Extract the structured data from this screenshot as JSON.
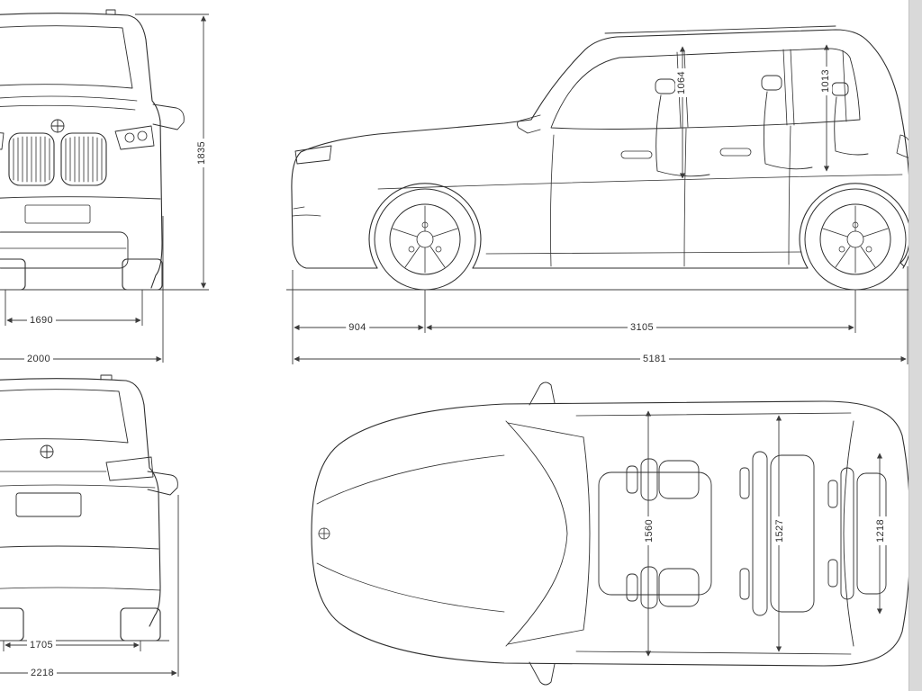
{
  "diagram": {
    "type": "vehicle-dimensions-blueprint",
    "brand_icon": "bmw-roundel-icon",
    "colors": {
      "line": "#2e2e2e",
      "dimension": "#3c3c3c",
      "background": "#ffffff",
      "edge_strip": "#d9d9d9"
    },
    "views": [
      "front-view",
      "side-view",
      "rear-view",
      "top-view"
    ],
    "dimensions": {
      "front_height": "1835",
      "front_track": "1690",
      "front_width": "2000",
      "side_front_overhang": "904",
      "side_wheelbase": "3105",
      "side_overall_length": "5181",
      "side_interior_height_front": "1064",
      "side_interior_height_rear": "1013",
      "rear_track": "1705",
      "rear_width_mirrors": "2218",
      "top_interior_width_front": "1560",
      "top_interior_width_mid": "1527",
      "top_interior_width_rear": "1218"
    }
  }
}
